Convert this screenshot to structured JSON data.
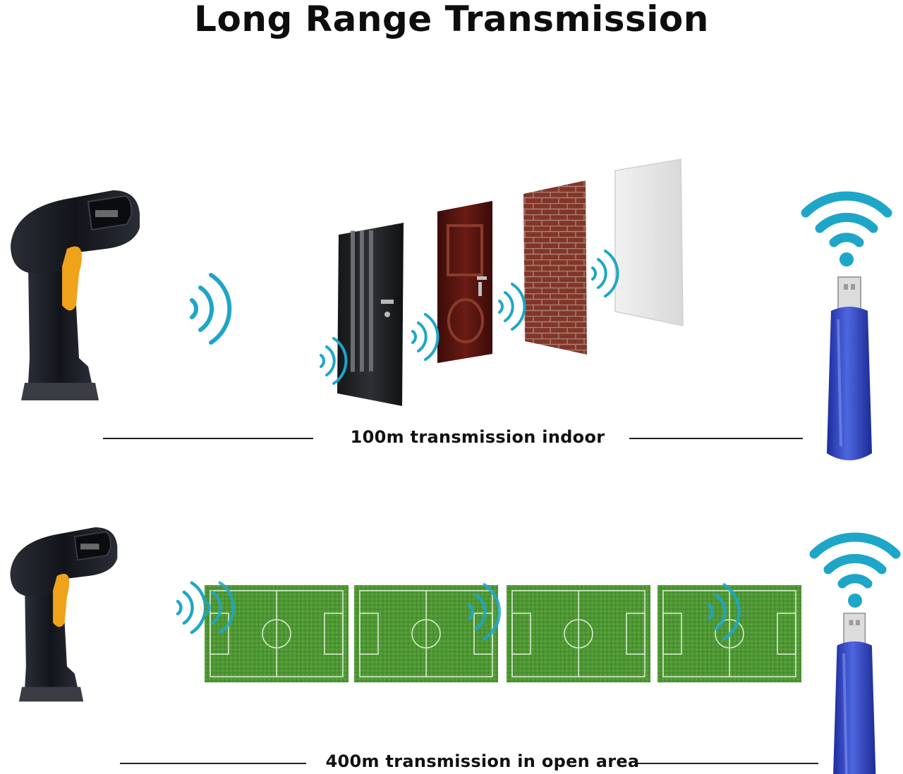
{
  "title": "Long Range Transmission",
  "indoor": {
    "caption": "100m transmission indoor",
    "obstacles": [
      "black-door",
      "brown-door",
      "brick-wall",
      "white-panel"
    ]
  },
  "outdoor": {
    "caption": "400m transmission in open area",
    "fields": 4
  },
  "colors": {
    "signal": "#1ea6c8",
    "scanner_body": "#1d2028",
    "scanner_trigger": "#f0a21a",
    "dongle": "#2b3fb8",
    "grass": "#4f9a36",
    "brick": "#8a3a2e",
    "door_brown": "#5a1712"
  }
}
